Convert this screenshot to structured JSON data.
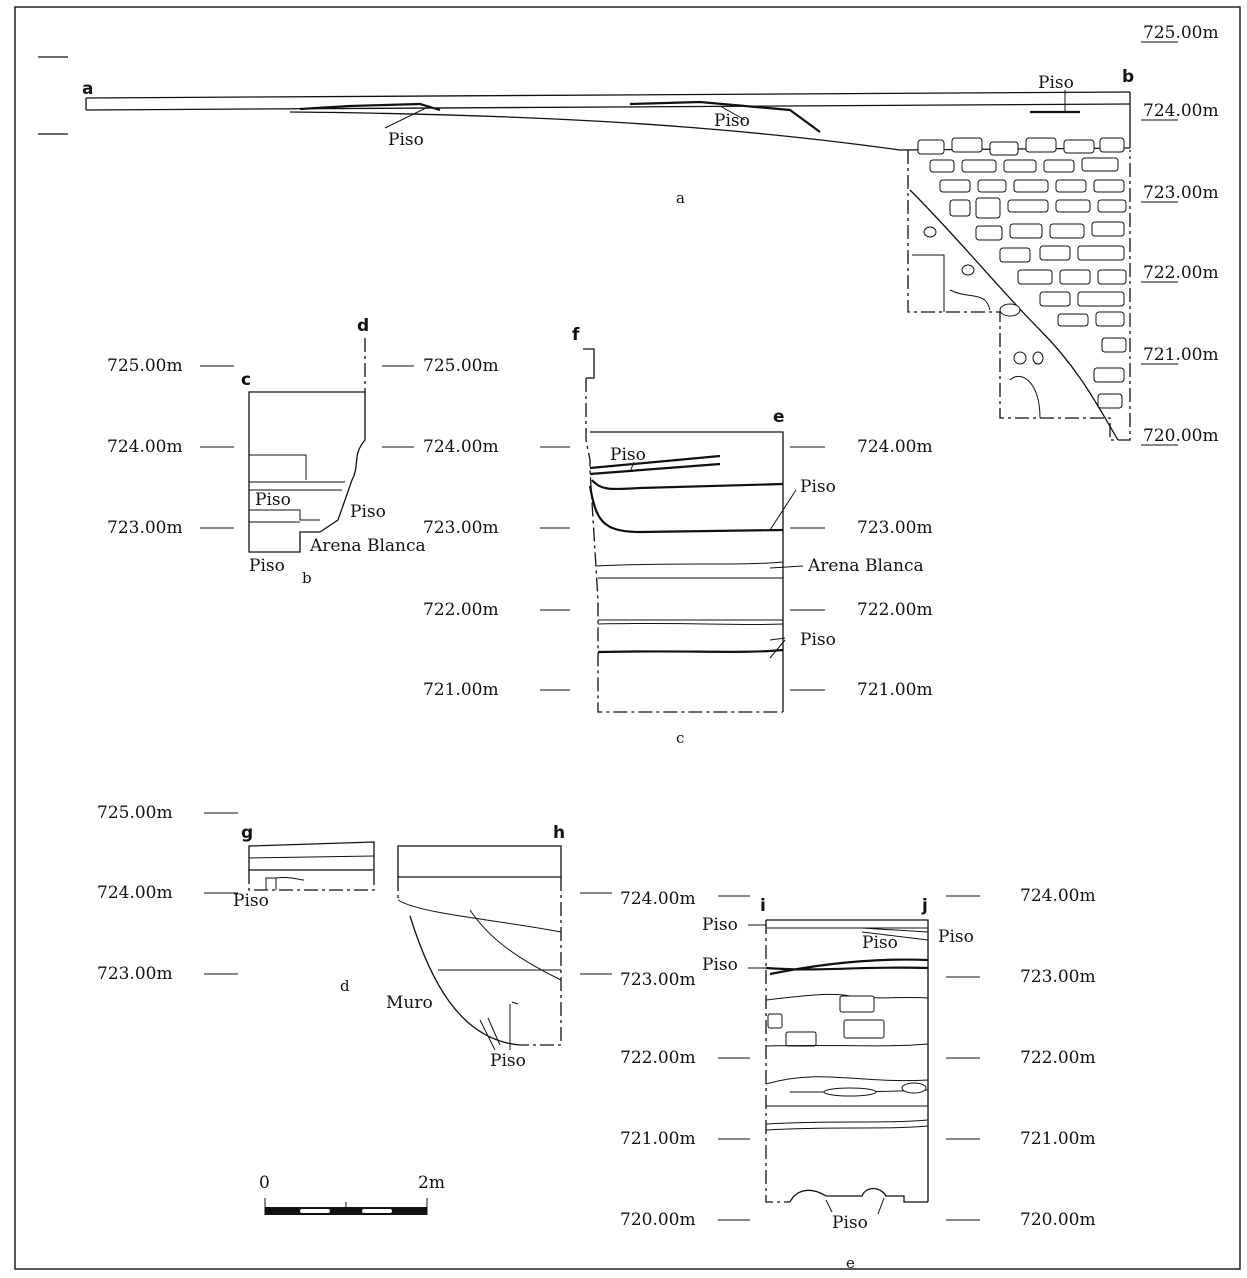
{
  "figure": {
    "panels": {
      "a": {
        "caption": "a",
        "points": [
          "a",
          "b"
        ],
        "elevations": [
          "725.00m",
          "724.00m",
          "723.00m",
          "722.00m",
          "721.00m",
          "720.00m"
        ],
        "labels": [
          "Piso",
          "Piso",
          "Piso"
        ]
      },
      "b": {
        "caption": "b",
        "points": [
          "c",
          "d"
        ],
        "elevations_left": [
          "725.00m",
          "724.00m",
          "723.00m"
        ],
        "elevations_right": [
          "725.00m",
          "724.00m"
        ],
        "labels": [
          "Piso",
          "Piso",
          "Arena Blanca",
          "Piso"
        ]
      },
      "c": {
        "caption": "c",
        "points": [
          "f",
          "e"
        ],
        "elevations_left": [
          "724.00m",
          "723.00m",
          "722.00m",
          "721.00m"
        ],
        "elevations_right": [
          "724.00m",
          "723.00m",
          "722.00m",
          "721.00m"
        ],
        "labels": [
          "Piso",
          "Piso",
          "Arena Blanca",
          "Piso"
        ]
      },
      "d": {
        "caption": "d",
        "points": [
          "g",
          "h"
        ],
        "elevations": [
          "725.00m",
          "724.00m",
          "723.00m"
        ],
        "elevations_right": [
          "724.00m",
          "723.00m"
        ],
        "labels": [
          "Piso",
          "Muro",
          "Piso"
        ]
      },
      "e": {
        "caption": "e",
        "points": [
          "i",
          "j"
        ],
        "elevations_left": [
          "724.00m",
          "723.00m",
          "722.00m",
          "721.00m",
          "720.00m"
        ],
        "elevations_right": [
          "724.00m",
          "723.00m",
          "722.00m",
          "721.00m",
          "720.00m"
        ],
        "labels": [
          "Piso",
          "Piso",
          "Piso",
          "Piso",
          "Piso"
        ]
      }
    },
    "scale_bar": {
      "start": "0",
      "end": "2m"
    }
  }
}
